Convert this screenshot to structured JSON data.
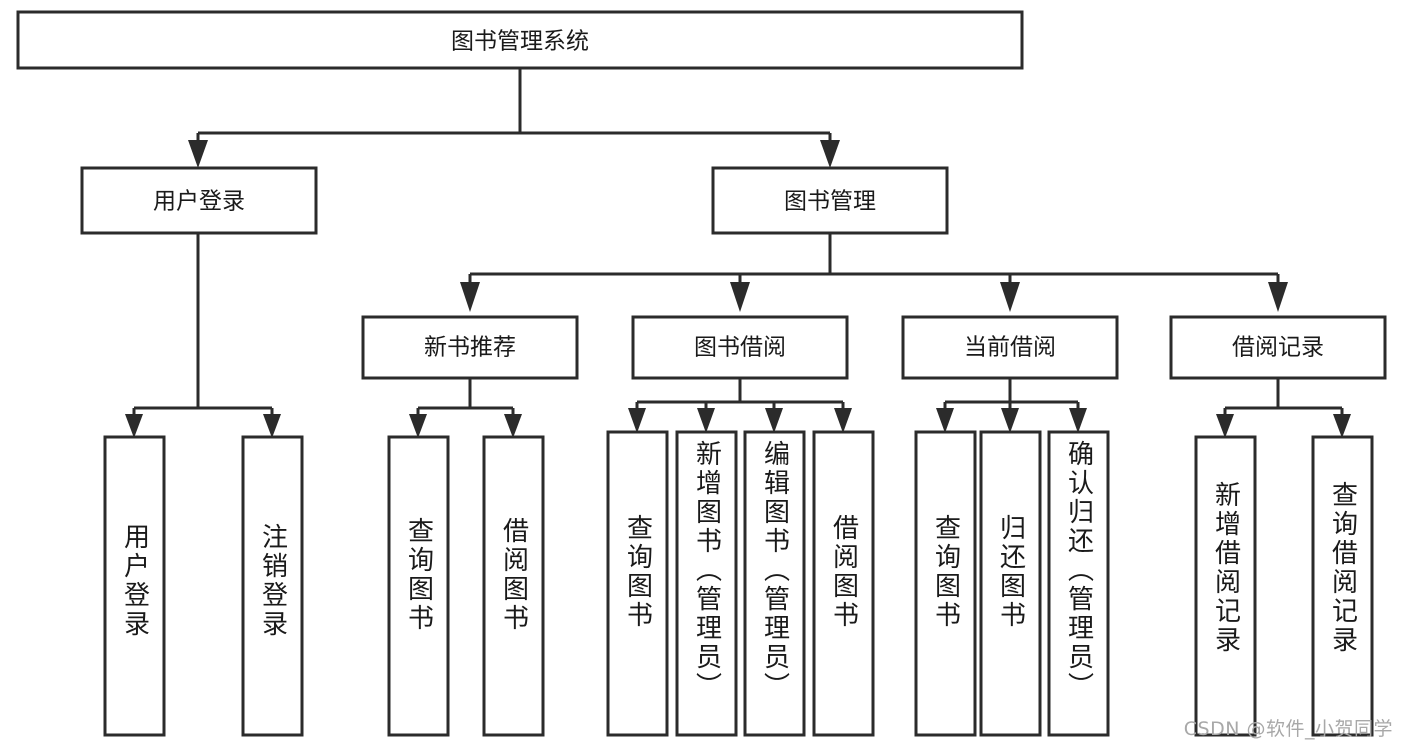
{
  "diagram": {
    "title": "图书管理系统",
    "type": "tree-hierarchy",
    "watermark": "CSDN @软件_小贺同学",
    "colors": {
      "stroke": "#2b2b2b",
      "fill": "#ffffff",
      "text": "#1a1a1a",
      "watermark": "#a8a8a8"
    },
    "root": {
      "label": "图书管理系统"
    },
    "level2": [
      {
        "label": "用户登录"
      },
      {
        "label": "图书管理"
      }
    ],
    "level3": [
      {
        "label": "新书推荐"
      },
      {
        "label": "图书借阅"
      },
      {
        "label": "当前借阅"
      },
      {
        "label": "借阅记录"
      }
    ],
    "leaves": [
      {
        "label": "用户登录",
        "parent": "用户登录"
      },
      {
        "label": "注销登录",
        "parent": "用户登录"
      },
      {
        "label": "查询图书",
        "parent": "新书推荐"
      },
      {
        "label": "借阅图书",
        "parent": "新书推荐"
      },
      {
        "label": "查询图书",
        "parent": "图书借阅"
      },
      {
        "label": "新增图书（管理员）",
        "parent": "图书借阅"
      },
      {
        "label": "编辑图书（管理员）",
        "parent": "图书借阅"
      },
      {
        "label": "借阅图书",
        "parent": "图书借阅"
      },
      {
        "label": "查询图书",
        "parent": "当前借阅"
      },
      {
        "label": "归还图书",
        "parent": "当前借阅"
      },
      {
        "label": "确认归还（管理员）",
        "parent": "当前借阅"
      },
      {
        "label": "新增借阅记录",
        "parent": "借阅记录"
      },
      {
        "label": "查询借阅记录",
        "parent": "借阅记录"
      }
    ]
  }
}
